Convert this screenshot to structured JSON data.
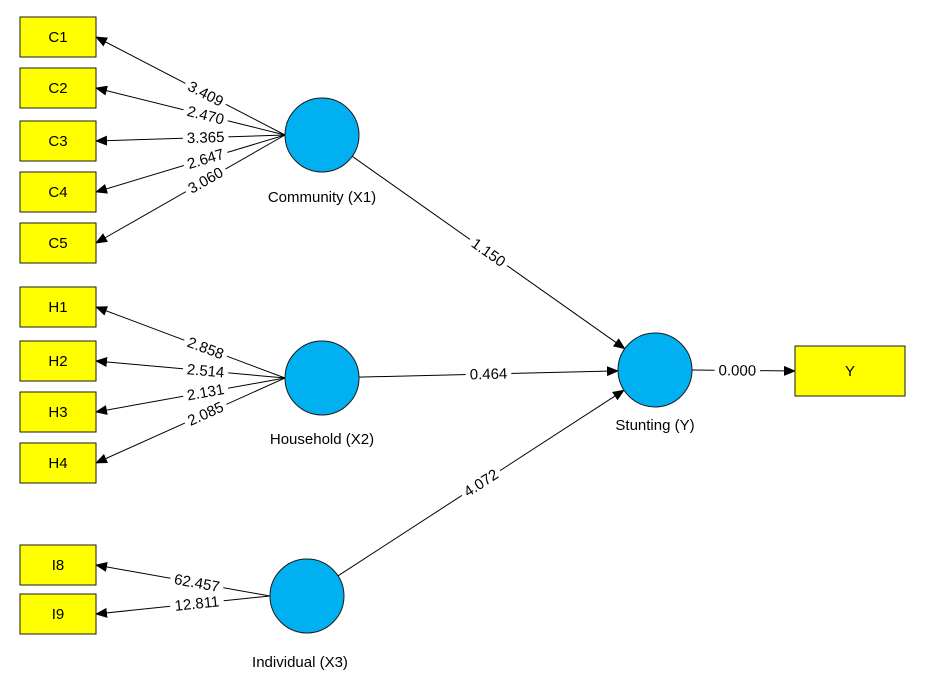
{
  "colors": {
    "indicator_fill": "#ffff00",
    "latent_fill": "#00b0f0",
    "line": "#000000"
  },
  "latents": [
    {
      "id": "X1",
      "label": "Community (X1)"
    },
    {
      "id": "X2",
      "label": "Household (X2)"
    },
    {
      "id": "X3",
      "label": "Individual (X3)"
    },
    {
      "id": "Y",
      "label": "Stunting (Y)"
    }
  ],
  "indicators": [
    {
      "id": "C1",
      "label": "C1",
      "latent": "X1",
      "value": "3.409"
    },
    {
      "id": "C2",
      "label": "C2",
      "latent": "X1",
      "value": "2.470"
    },
    {
      "id": "C3",
      "label": "C3",
      "latent": "X1",
      "value": "3.365"
    },
    {
      "id": "C4",
      "label": "C4",
      "latent": "X1",
      "value": "2.647"
    },
    {
      "id": "C5",
      "label": "C5",
      "latent": "X1",
      "value": "3.060"
    },
    {
      "id": "H1",
      "label": "H1",
      "latent": "X2",
      "value": "2.858"
    },
    {
      "id": "H2",
      "label": "H2",
      "latent": "X2",
      "value": "2.514"
    },
    {
      "id": "H3",
      "label": "H3",
      "latent": "X2",
      "value": "2.131"
    },
    {
      "id": "H4",
      "label": "H4",
      "latent": "X2",
      "value": "2.085"
    },
    {
      "id": "I8",
      "label": "I8",
      "latent": "X3",
      "value": "62.457"
    },
    {
      "id": "I9",
      "label": "I9",
      "latent": "X3",
      "value": "12.811"
    },
    {
      "id": "Yind",
      "label": "Y",
      "latent": "Y",
      "value": "0.000"
    }
  ],
  "structural_paths": [
    {
      "from": "X1",
      "to": "Y",
      "value": "1.150"
    },
    {
      "from": "X2",
      "to": "Y",
      "value": "0.464"
    },
    {
      "from": "X3",
      "to": "Y",
      "value": "4.072"
    }
  ]
}
